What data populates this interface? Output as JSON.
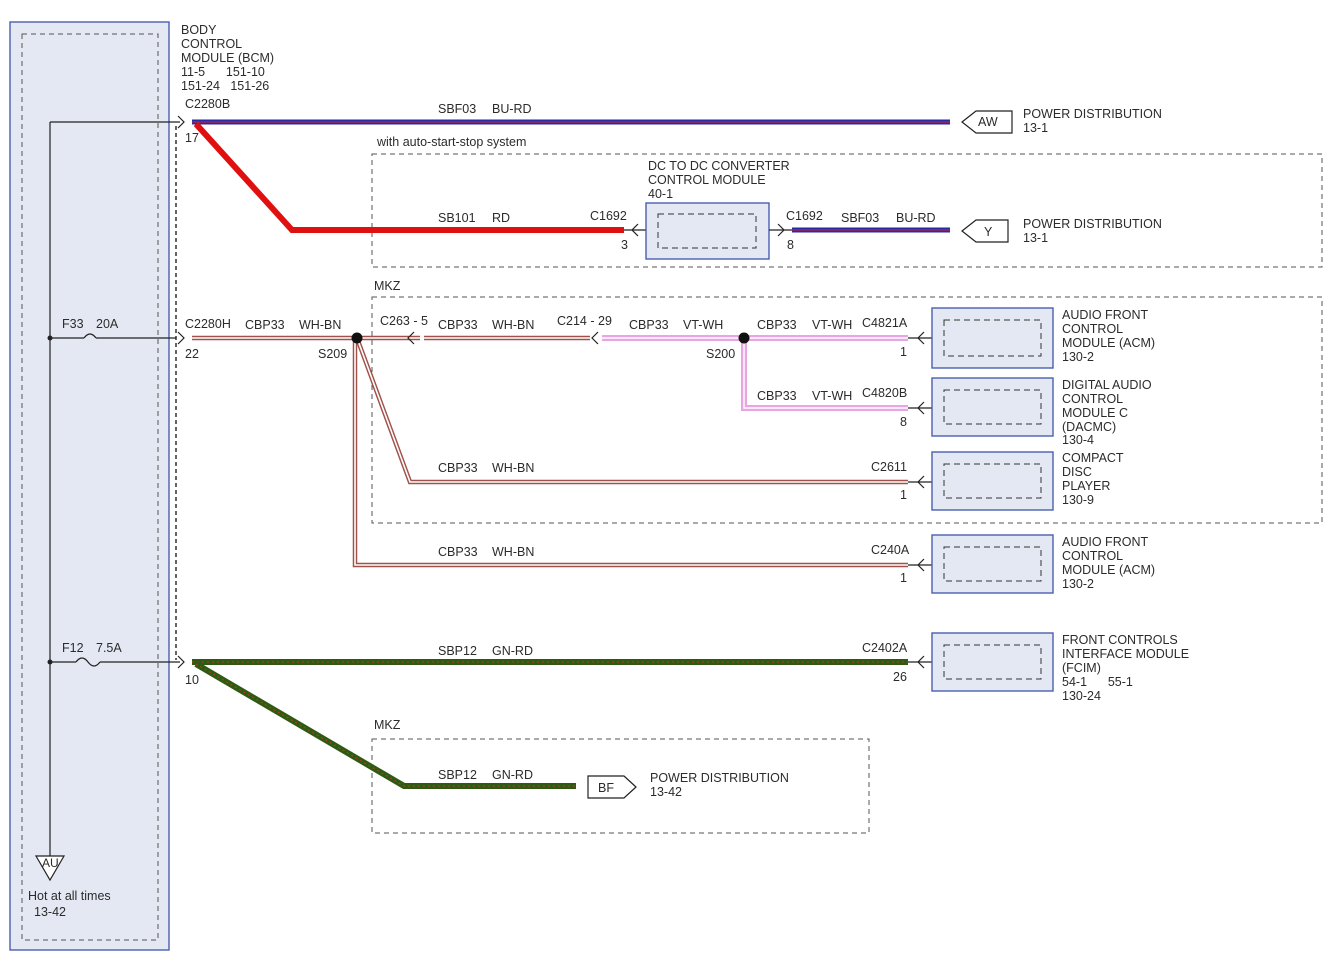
{
  "bcm": {
    "title": [
      "BODY",
      "CONTROL",
      "MODULE (BCM)"
    ],
    "refs": [
      "11-5      151-10",
      "151-24   151-26"
    ],
    "fuse1": {
      "id": "F33",
      "rating": "20A"
    },
    "fuse2": {
      "id": "F12",
      "rating": "7.5A"
    },
    "ground": {
      "tag": "AU",
      "label": "Hot at all times",
      "ref": "13-42"
    }
  },
  "connectors": {
    "c2280b": "C2280B",
    "c2280b_pin": "17",
    "c2280h": "C2280H",
    "c2280h_pin": "22",
    "c2280_10": "10"
  },
  "wires": {
    "sbf03_top": {
      "circuit": "SBF03",
      "color": "BU-RD"
    },
    "sb101": {
      "circuit": "SB101",
      "color": "RD"
    },
    "sbf03_y": {
      "circuit": "SBF03",
      "color": "BU-RD"
    },
    "cbp33_main": {
      "circuit": "CBP33",
      "color": "WH-BN"
    },
    "cbp33_263": {
      "circuit": "CBP33",
      "color": "WH-BN"
    },
    "cbp33_214": {
      "circuit": "CBP33",
      "color": "VT-WH"
    },
    "cbp33_4821": {
      "circuit": "CBP33",
      "color": "VT-WH"
    },
    "cbp33_4820": {
      "circuit": "CBP33",
      "color": "VT-WH"
    },
    "cbp33_2611": {
      "circuit": "CBP33",
      "color": "WH-BN"
    },
    "cbp33_240": {
      "circuit": "CBP33",
      "color": "WH-BN"
    },
    "sbp12_main": {
      "circuit": "SBP12",
      "color": "GN-RD"
    },
    "sbp12_bf": {
      "circuit": "SBP12",
      "color": "GN-RD"
    }
  },
  "splices": {
    "s209": "S209",
    "s200": "S200"
  },
  "labels": {
    "auto_start": "with auto-start-stop system",
    "mkz1": "MKZ",
    "mkz2": "MKZ",
    "c263": "C263 - 5",
    "c214": "C214 - 29",
    "c1692_left": "C1692",
    "c1692_left_pin": "3",
    "c1692_right": "C1692",
    "c1692_right_pin": "8",
    "c4821a": "C4821A",
    "c4821a_pin": "1",
    "c4820b": "C4820B",
    "c4820b_pin": "8",
    "c2611": "C2611",
    "c2611_pin": "1",
    "c240a": "C240A",
    "c240a_pin": "1",
    "c2402a": "C2402A",
    "c2402a_pin": "26"
  },
  "destinations": {
    "aw": {
      "tag": "AW",
      "title": "POWER DISTRIBUTION",
      "ref": "13-1"
    },
    "y": {
      "tag": "Y",
      "title": "POWER DISTRIBUTION",
      "ref": "13-1"
    },
    "bf": {
      "tag": "BF",
      "title": "POWER DISTRIBUTION",
      "ref": "13-42"
    }
  },
  "modules": {
    "dcdc": {
      "lines": [
        "DC TO DC CONVERTER",
        "CONTROL MODULE",
        "40-1"
      ]
    },
    "acm1": {
      "lines": [
        "AUDIO FRONT",
        "CONTROL",
        "MODULE (ACM)",
        "130-2"
      ]
    },
    "dacmc": {
      "lines": [
        "DIGITAL AUDIO",
        "CONTROL",
        "MODULE C",
        "(DACMC)",
        "130-4"
      ]
    },
    "cdp": {
      "lines": [
        "COMPACT",
        "DISC",
        "PLAYER",
        "130-9"
      ]
    },
    "acm2": {
      "lines": [
        "AUDIO FRONT",
        "CONTROL",
        "MODULE (ACM)",
        "130-2"
      ]
    },
    "fcim": {
      "lines": [
        "FRONT CONTROLS",
        "INTERFACE MODULE",
        "(FCIM)",
        "54-1      55-1",
        "130-24"
      ]
    }
  },
  "colors": {
    "bu_rd": "#2a2aa8",
    "rd": "#e01010",
    "gn_rd": "#2e5a12",
    "vt_wh": "#e7a6e3",
    "wh_bn": "#a0524a",
    "box_fill": "#e3e8f3",
    "box_stroke": "#4a5fb0"
  }
}
